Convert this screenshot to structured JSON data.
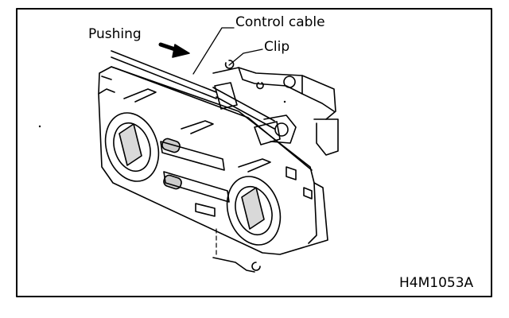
{
  "labels": {
    "control_cable": "Control cable",
    "pushing": "Pushing",
    "clip": "Clip",
    "figure_id": "H4M1053A"
  },
  "colors": {
    "ink": "#000000",
    "paper": "#ffffff"
  }
}
